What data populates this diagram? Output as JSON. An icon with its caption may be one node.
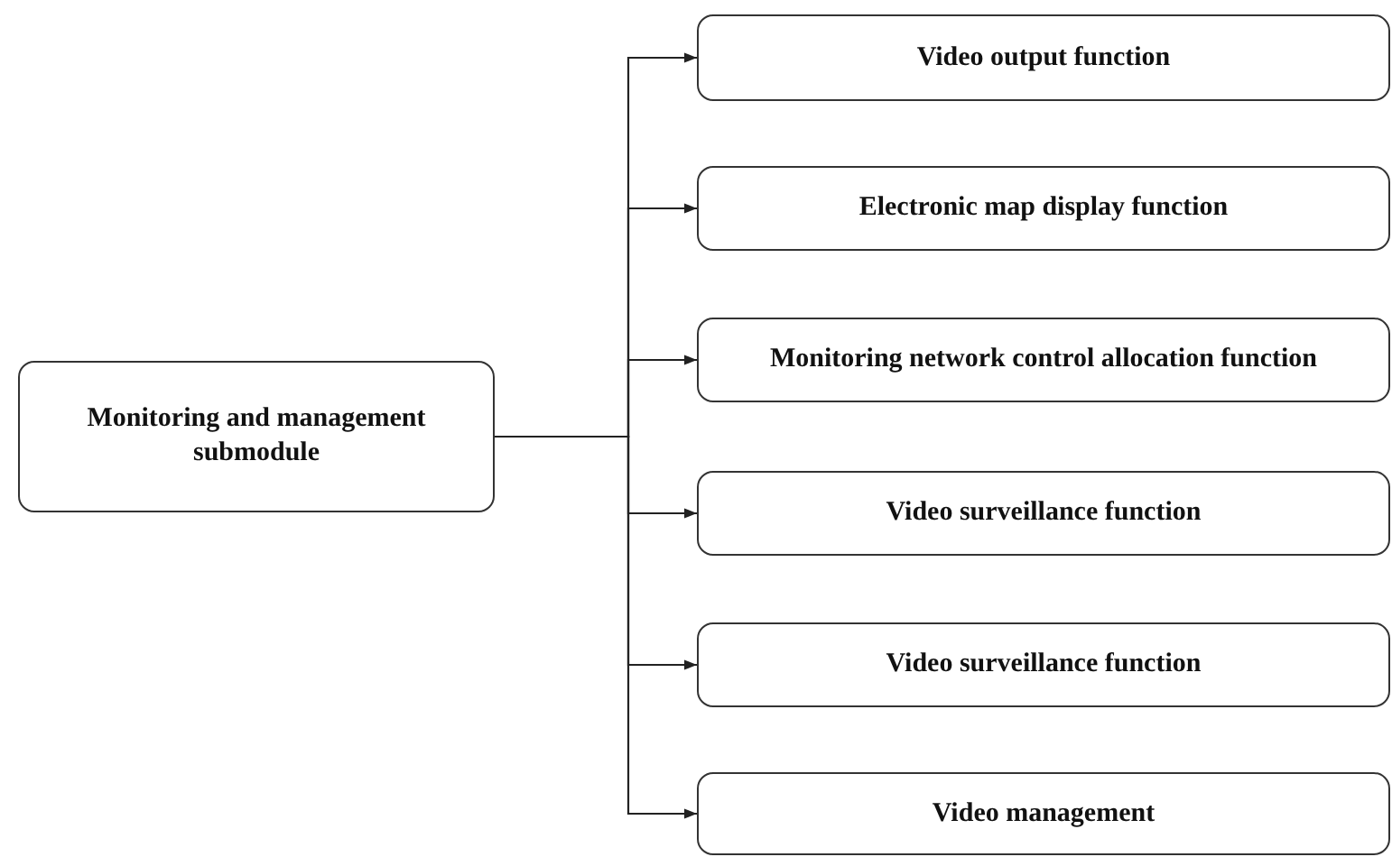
{
  "diagram": {
    "nodes": [
      {
        "text": [
          "Monitoring and management submodule"
        ]
      },
      {
        "text": [
          "Video output function"
        ]
      },
      {
        "text": [
          "Electronic map display function"
        ]
      },
      {
        "text": [
          "Monitoring network control allocation function"
        ]
      },
      {
        "text": [
          "Video surveillance function"
        ]
      },
      {
        "text": [
          "Video surveillance function"
        ]
      },
      {
        "text": [
          "Video management"
        ]
      }
    ],
    "edges": [
      {
        "from": 0,
        "to": 1,
        "arrow": "to"
      },
      {
        "from": 0,
        "to": 2,
        "arrow": "to"
      },
      {
        "from": 0,
        "to": 3,
        "arrow": "to"
      },
      {
        "from": 0,
        "to": 4,
        "arrow": "to"
      },
      {
        "from": 0,
        "to": 5,
        "arrow": "to"
      },
      {
        "from": 0,
        "to": 6,
        "arrow": "to"
      }
    ]
  }
}
